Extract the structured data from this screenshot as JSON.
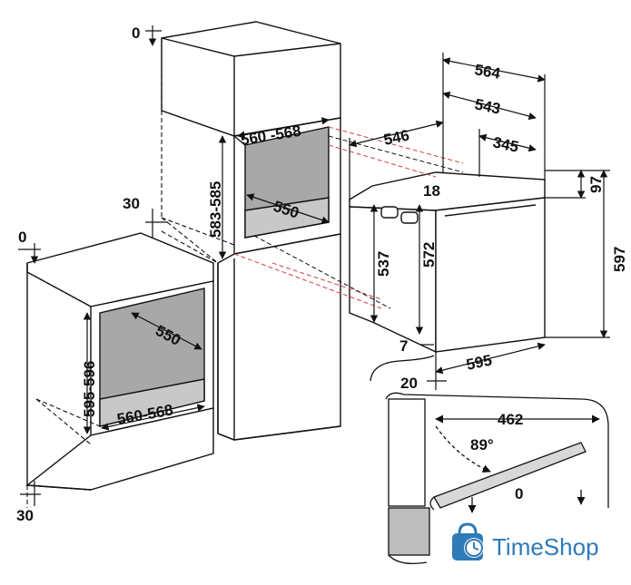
{
  "dimensions": {
    "top_cabinet_offset_0": "0",
    "top_cabinet_side_30": "30",
    "niche_width_560_568": "560 -568",
    "niche_height_583_585": "583-585",
    "niche_depth_550_top": "550",
    "oven_depth_546": "546",
    "oven_width_564": "564",
    "oven_width_543": "543",
    "oven_depth_345": "345",
    "oven_18": "18",
    "oven_97": "97",
    "oven_537": "537",
    "oven_572": "572",
    "oven_597": "597",
    "oven_595": "595",
    "oven_7": "7",
    "oven_20": "20",
    "low_cabinet_offset_0": "0",
    "low_niche_depth_550": "550",
    "low_niche_height_595_596": "595-596",
    "low_niche_width_560_568": "560-568",
    "low_cabinet_bottom_30": "30",
    "door_462": "462",
    "door_angle": "89°",
    "door_0": "0"
  },
  "brand": {
    "name": "TimeShop",
    "color": "#2e7bb8"
  }
}
